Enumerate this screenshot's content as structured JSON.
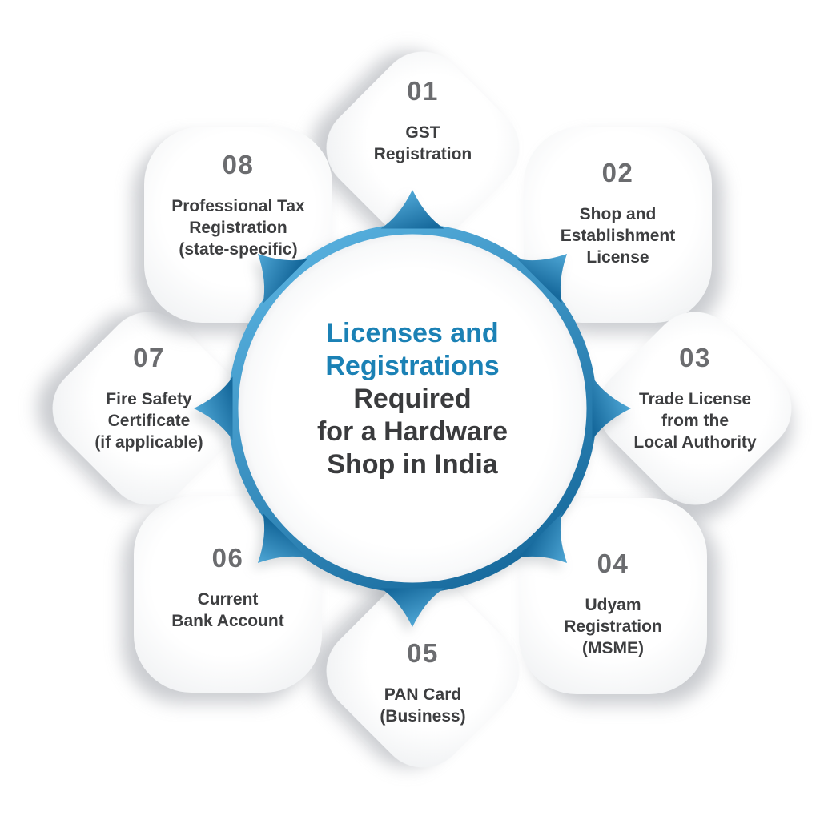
{
  "diagram": {
    "title": "Licenses and Registrations Required for a Hardware Shop in India",
    "center": {
      "heading_blue": "Licenses and\nRegistrations",
      "heading_dark": "Required\nfor a Hardware\nShop in India"
    },
    "items": [
      {
        "number": "01",
        "label": "GST\nRegistration"
      },
      {
        "number": "02",
        "label": "Shop and\nEstablishment\nLicense"
      },
      {
        "number": "03",
        "label": "Trade License\nfrom the\nLocal Authority"
      },
      {
        "number": "04",
        "label": "Udyam\nRegistration\n(MSME)"
      },
      {
        "number": "05",
        "label": "PAN Card\n(Business)"
      },
      {
        "number": "06",
        "label": "Current\nBank Account"
      },
      {
        "number": "07",
        "label": "Fire Safety\nCertificate\n(if applicable)"
      },
      {
        "number": "08",
        "label": "Professional Tax\nRegistration\n(state-specific)"
      }
    ],
    "colors": {
      "ring_light": "#5AB3E1",
      "ring_dark": "#16699C",
      "heading_blue": "#1B81B5",
      "heading_dark": "#3A3B3D",
      "number_gray": "#6B6C6F",
      "label_dark": "#3D3E40",
      "card_edge": "#ECEEF0"
    }
  }
}
